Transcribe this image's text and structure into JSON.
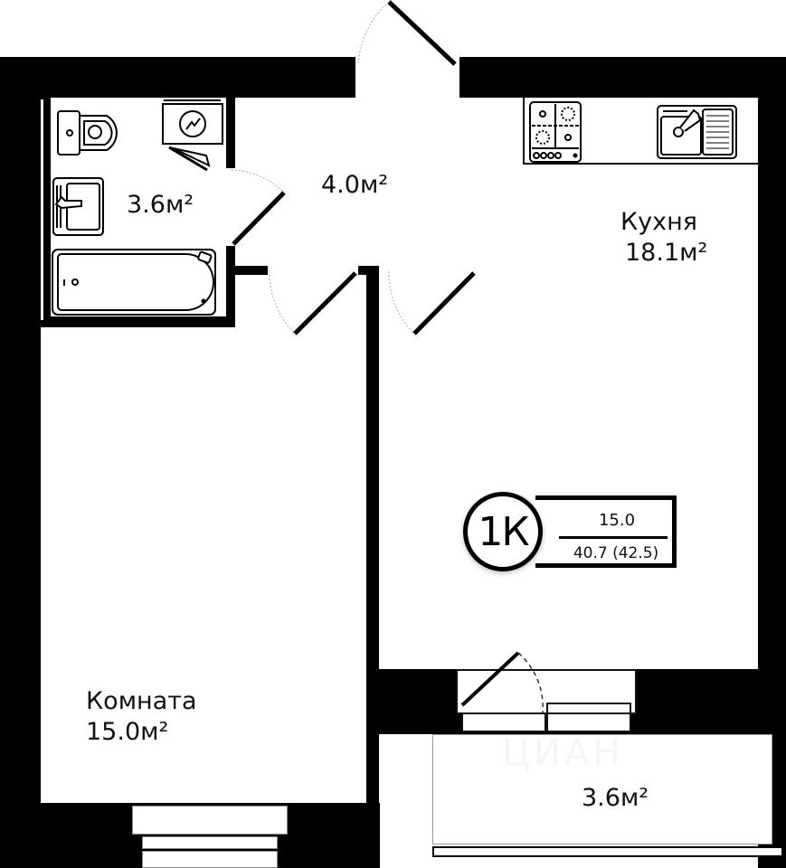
{
  "plan": {
    "type": "1-room apartment floor plan",
    "badge": {
      "code": "1К",
      "living_area": "15.0",
      "total_area": "40.7 (42.5)"
    },
    "rooms": [
      {
        "id": "bathroom",
        "name": "",
        "area": "3.6м²"
      },
      {
        "id": "hall",
        "name": "",
        "area": "4.0м²"
      },
      {
        "id": "kitchen",
        "name": "Кухня",
        "area": "18.1м²"
      },
      {
        "id": "living-room",
        "name": "Комната",
        "area": "15.0м²"
      },
      {
        "id": "balcony",
        "name": "",
        "area": "3.6м²"
      }
    ],
    "fixtures": [
      "toilet",
      "washing-machine",
      "washbasin",
      "bathtub",
      "gas-stove",
      "kitchen-sink"
    ],
    "watermark": "ЦИАН",
    "colors": {
      "wall": "#000000",
      "floor": "#ffffff",
      "text": "#111111"
    }
  }
}
